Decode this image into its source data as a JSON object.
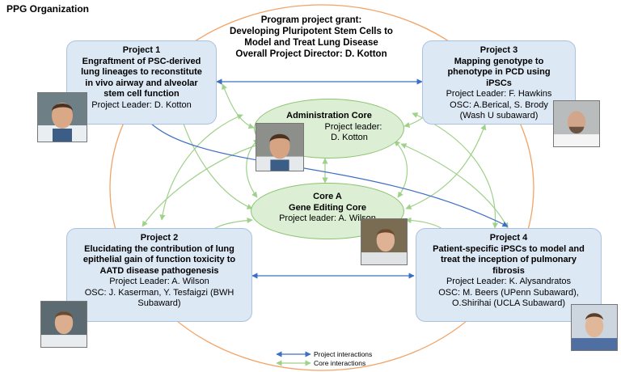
{
  "page_title": "PPG Organization",
  "header": {
    "line1": "Program project grant:",
    "line2": "Developing Pluripotent Stem Cells  to",
    "line3": "Model and Treat Lung Disease",
    "line4": "Overall Project Director: D. Kotton"
  },
  "project1": {
    "title": "Project 1",
    "description_lines": [
      "Engraftment of PSC-derived",
      "lung lineages to reconstitute",
      "in vivo airway and alveolar",
      "stem cell function"
    ],
    "leader": "Project Leader: D. Kotton"
  },
  "project2": {
    "title": "Project 2",
    "description_lines": [
      "Elucidating the contribution of lung",
      "epithelial gain of function toxicity to",
      "AATD disease pathogenesis"
    ],
    "leader": "Project Leader: A. Wilson",
    "osc_lines": [
      "OSC: J. Kaserman, Y. Tesfaigzi (BWH",
      "Subaward)"
    ]
  },
  "project3": {
    "title": "Project 3",
    "description_lines": [
      "Mapping genotype to",
      "phenotype in PCD using",
      "iPSCs"
    ],
    "leader": "Project Leader: F. Hawkins",
    "osc_lines": [
      "OSC: A.Berical, S. Brody",
      "(Wash U subaward)"
    ]
  },
  "project4": {
    "title": "Project 4",
    "description_lines": [
      "Patient-specific iPSCs to model and",
      "treat the inception of pulmonary",
      "fibrosis"
    ],
    "leader": "Project Leader: K. Alysandratos",
    "osc_lines": [
      "OSC: M. Beers (UPenn Subaward),",
      "O.Shirihai (UCLA Subaward)"
    ]
  },
  "admin_core": {
    "title": "Administration Core",
    "leader_lines": [
      "Project leader:",
      "D. Kotton"
    ]
  },
  "core_a": {
    "title_lines": [
      "Core A",
      "Gene Editing Core"
    ],
    "leader_lines": [
      "Project leader:",
      "A. Wilson"
    ]
  },
  "legend": {
    "project_interactions": "Project interactions",
    "core_interactions": "Core interactions"
  },
  "colors": {
    "project_box_fill": "#dde8f5",
    "project_box_border": "#a9c2e0",
    "core_fill": "#dcefd4",
    "core_border": "#8bc36f",
    "project_arrow": "#3d6fc4",
    "core_arrow": "#9fd18a",
    "outer_circle": "#f2a366"
  }
}
